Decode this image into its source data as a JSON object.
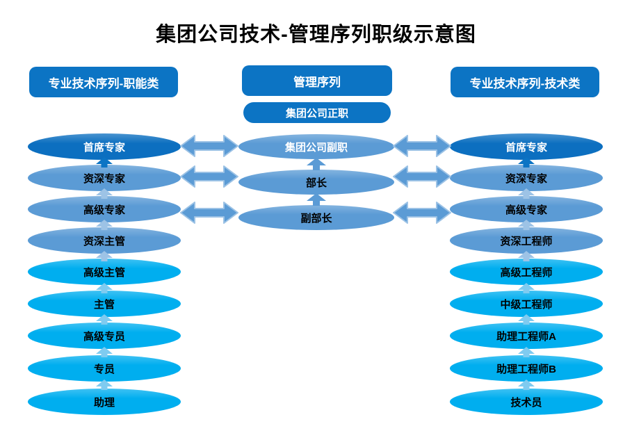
{
  "title": "集团公司技术-管理序列职级示意图",
  "colors": {
    "dark_blue": "#0C74C4",
    "medium_blue": "#5B9BD5",
    "bright_blue": "#00AEEF",
    "arrow_light_blue": "#9DC3E6",
    "arrow_light_cyan": "#7FCBF0",
    "text_on_dark": "#FFFFFF",
    "text_on_light": "#000000"
  },
  "headers": {
    "left": "专业技术序列-职能类",
    "center": "管理序列",
    "right": "专业技术序列-技术类"
  },
  "center_column": {
    "top_box": "集团公司正职",
    "items": [
      {
        "label": "集团公司副职"
      },
      {
        "label": "部长"
      },
      {
        "label": "副部长"
      }
    ]
  },
  "left_column": {
    "items": [
      {
        "label": "首席专家"
      },
      {
        "label": "资深专家"
      },
      {
        "label": "高级专家"
      },
      {
        "label": "资深主管"
      },
      {
        "label": "高级主管"
      },
      {
        "label": "主管"
      },
      {
        "label": "高级专员"
      },
      {
        "label": "专员"
      },
      {
        "label": "助理"
      }
    ]
  },
  "right_column": {
    "items": [
      {
        "label": "首席专家"
      },
      {
        "label": "资深专家"
      },
      {
        "label": "高级专家"
      },
      {
        "label": "资深工程师"
      },
      {
        "label": "高级工程师"
      },
      {
        "label": "中级工程师"
      },
      {
        "label": "助理工程师A"
      },
      {
        "label": "助理工程师B"
      },
      {
        "label": "技术员"
      }
    ]
  }
}
